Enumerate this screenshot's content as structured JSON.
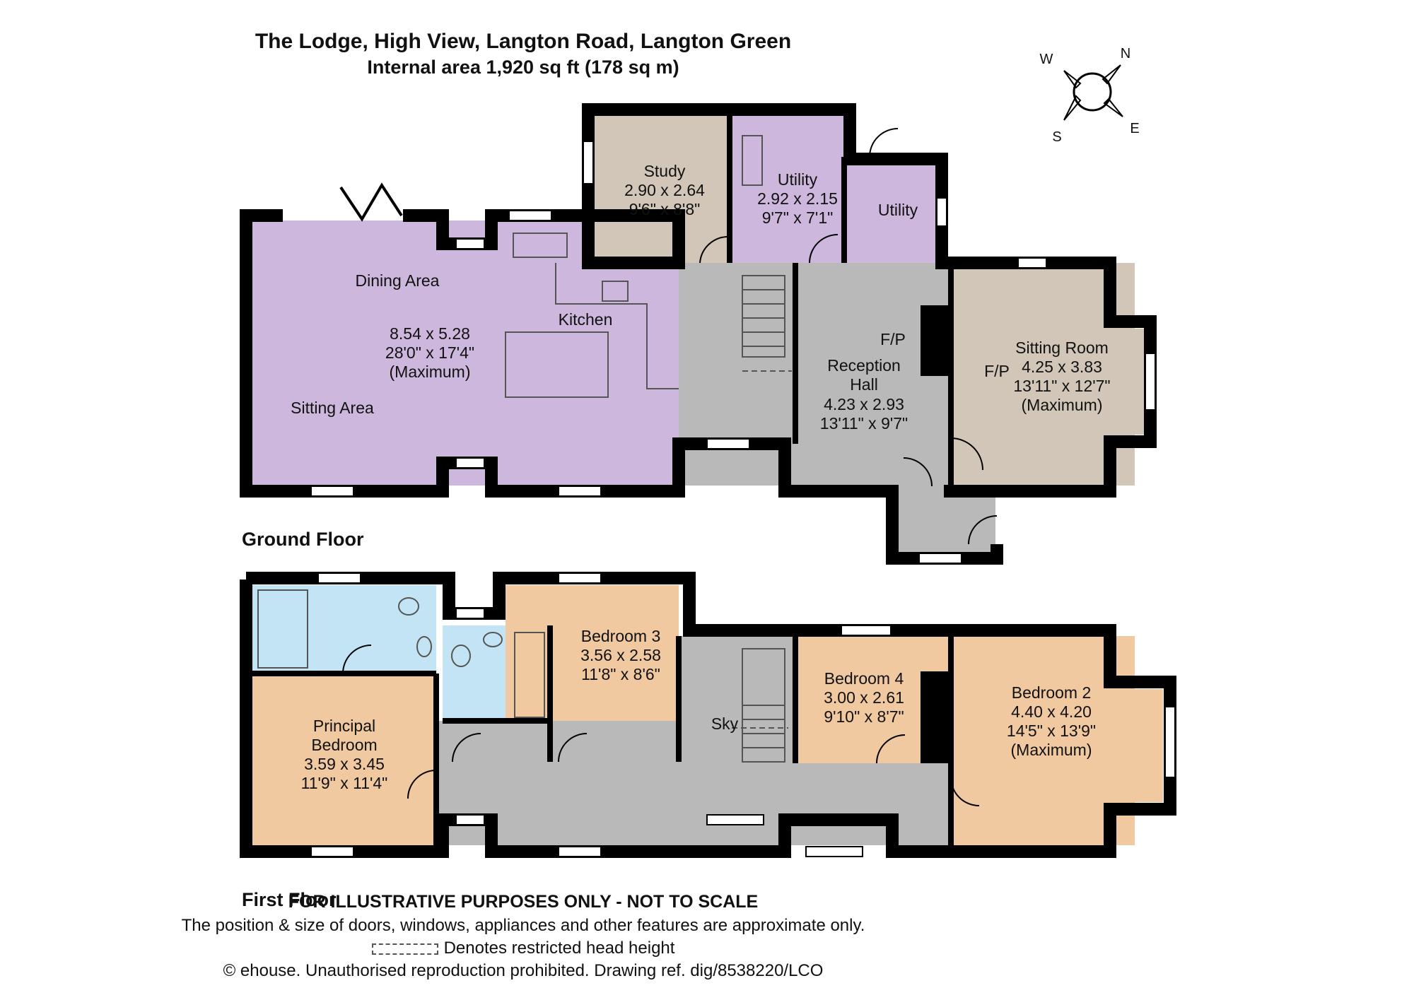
{
  "header": {
    "title": "The Lodge, High View, Langton Road, Langton Green",
    "subtitle": "Internal area 1,920 sq ft (178 sq m)"
  },
  "compass": {
    "w": "W",
    "n": "N",
    "s": "S",
    "e": "E"
  },
  "floors": {
    "ground": "Ground Floor",
    "first": "First Floor"
  },
  "rooms": {
    "dining_area": "Dining Area",
    "sitting_area": "Sitting Area",
    "kitchen": "Kitchen",
    "open_plan_dims": [
      "8.54 x 5.28",
      "28'0\" x 17'4\"",
      "(Maximum)"
    ],
    "study": [
      "Study",
      "2.90 x 2.64",
      "9'6\" x 8'8\""
    ],
    "utility_main": [
      "Utility",
      "2.92 x 2.15",
      "9'7\" x 7'1\""
    ],
    "utility_small": "Utility",
    "fp_hall": "F/P",
    "fp_sitting": "F/P",
    "reception": [
      "Reception",
      "Hall",
      "4.23 x 2.93",
      "13'11\" x 9'7\""
    ],
    "sitting_room": [
      "Sitting Room",
      "4.25 x 3.83",
      "13'11\" x 12'7\"",
      "(Maximum)"
    ],
    "bedroom3": [
      "Bedroom 3",
      "3.56 x 2.58",
      "11'8\" x 8'6\""
    ],
    "principal": [
      "Principal",
      "Bedroom",
      "3.59 x 3.45",
      "11'9\" x 11'4\""
    ],
    "sky": "Sky",
    "bedroom4": [
      "Bedroom 4",
      "3.00 x 2.61",
      "9'10\" x 8'7\""
    ],
    "bedroom2": [
      "Bedroom 2",
      "4.40 x 4.20",
      "14'5\" x 13'9\"",
      "(Maximum)"
    ]
  },
  "footer": {
    "disclaimer": "FOR ILLUSTRATIVE PURPOSES ONLY - NOT TO SCALE",
    "note": "The position & size of doors, windows, appliances and other features are approximate only.",
    "legend": "Denotes restricted head height",
    "copyright": "© ehouse. Unauthorised reproduction prohibited. Drawing ref. dig/8538220/LCO"
  },
  "colors": {
    "lilac": "#cdb7dc",
    "taupe": "#d2c6b8",
    "grey": "#b9b9b9",
    "blue": "#c3e4f5",
    "peach": "#f1c9a1",
    "wall": "#000000"
  }
}
